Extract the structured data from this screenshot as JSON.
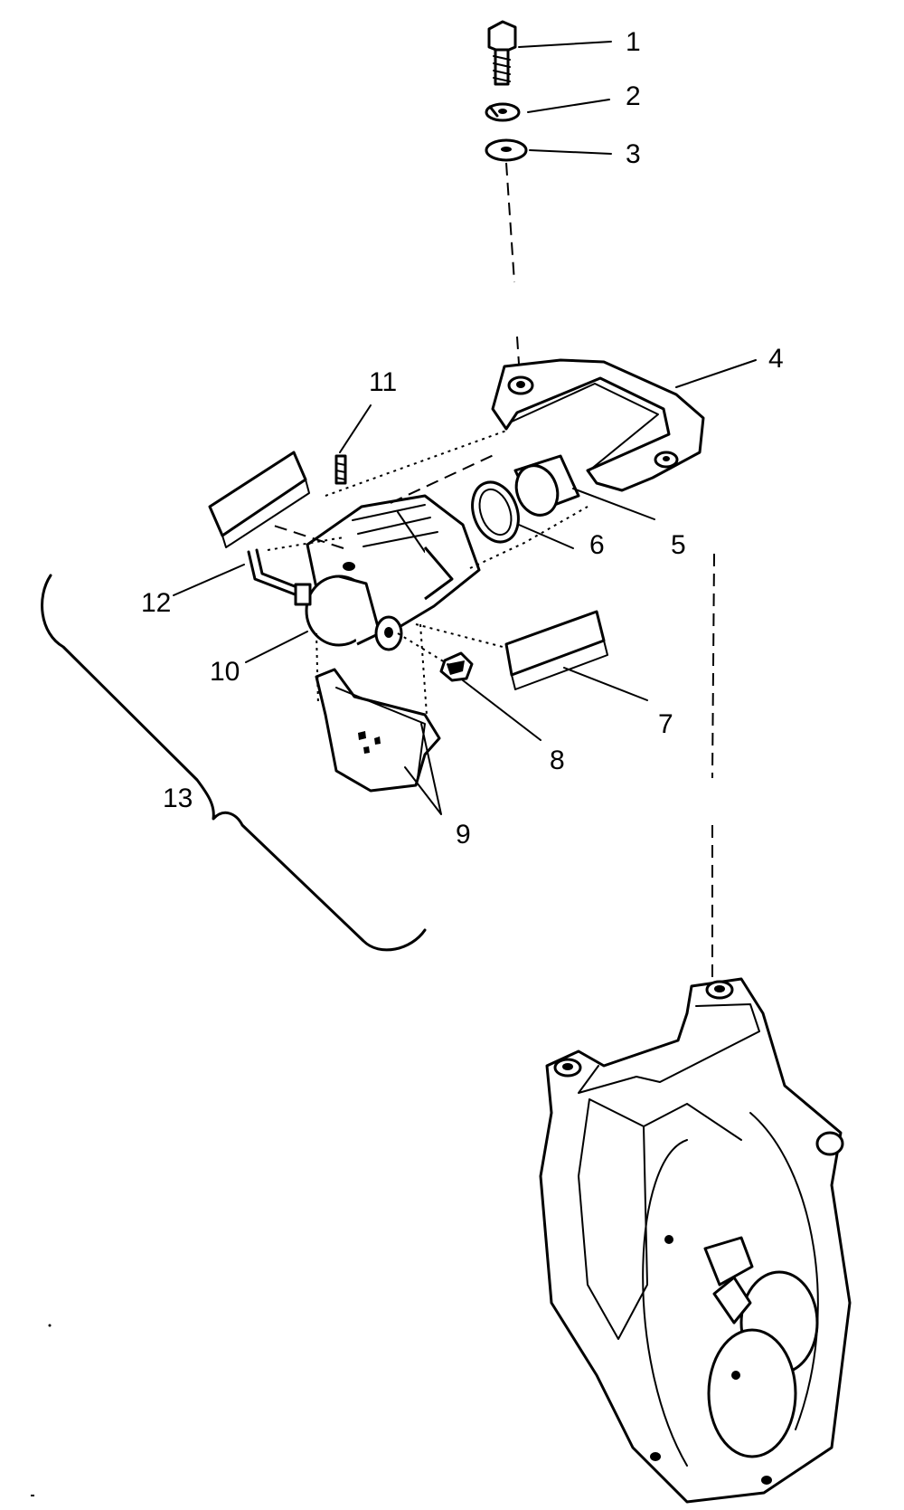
{
  "callouts": [
    {
      "id": "1",
      "part": "bolt"
    },
    {
      "id": "2",
      "part": "lock-washer"
    },
    {
      "id": "3",
      "part": "washer"
    },
    {
      "id": "4",
      "part": "mounting-bracket"
    },
    {
      "id": "5",
      "part": "piston"
    },
    {
      "id": "6",
      "part": "seal-ring"
    },
    {
      "id": "7",
      "part": "brake-pad-shim"
    },
    {
      "id": "8",
      "part": "bleeder-valve"
    },
    {
      "id": "9",
      "part": "brake-pads"
    },
    {
      "id": "10",
      "part": "caliper-body"
    },
    {
      "id": "11",
      "part": "pin"
    },
    {
      "id": "12",
      "part": "brake-line"
    },
    {
      "id": "13",
      "part": "caliper-assembly"
    }
  ]
}
